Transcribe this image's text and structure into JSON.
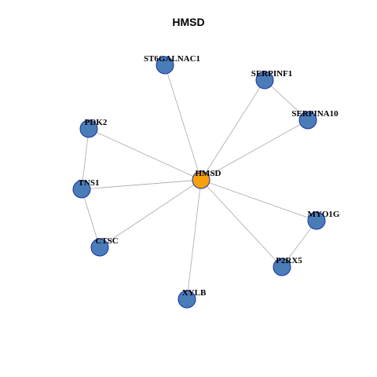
{
  "title": "HMSD",
  "colors": {
    "hub_fill": "#F5A10A",
    "node_fill": "#4A7DB8",
    "node_stroke": "#1A2FA8",
    "edge": "#A8A8A8"
  },
  "nodes": [
    {
      "id": "HMSD",
      "label": "HMSD",
      "role": "hub"
    },
    {
      "id": "ST6GALNAC1",
      "label": "ST6GALNAC1",
      "role": "neighbor"
    },
    {
      "id": "SERPINF1",
      "label": "SERPINF1",
      "role": "neighbor"
    },
    {
      "id": "SERPINA10",
      "label": "SERPINA10",
      "role": "neighbor"
    },
    {
      "id": "PDK2",
      "label": "PDK2",
      "role": "neighbor"
    },
    {
      "id": "TNS1",
      "label": "TNS1",
      "role": "neighbor"
    },
    {
      "id": "CTSC",
      "label": "CTSC",
      "role": "neighbor"
    },
    {
      "id": "MYO1G",
      "label": "MYO1G",
      "role": "neighbor"
    },
    {
      "id": "P2RX5",
      "label": "P2RX5",
      "role": "neighbor"
    },
    {
      "id": "XYLB",
      "label": "XYLB",
      "role": "neighbor"
    }
  ],
  "edges": [
    [
      "HMSD",
      "ST6GALNAC1"
    ],
    [
      "HMSD",
      "SERPINF1"
    ],
    [
      "HMSD",
      "SERPINA10"
    ],
    [
      "HMSD",
      "PDK2"
    ],
    [
      "HMSD",
      "TNS1"
    ],
    [
      "HMSD",
      "CTSC"
    ],
    [
      "HMSD",
      "MYO1G"
    ],
    [
      "HMSD",
      "P2RX5"
    ],
    [
      "HMSD",
      "XYLB"
    ],
    [
      "SERPINF1",
      "SERPINA10"
    ],
    [
      "PDK2",
      "TNS1"
    ],
    [
      "TNS1",
      "CTSC"
    ],
    [
      "MYO1G",
      "P2RX5"
    ]
  ]
}
